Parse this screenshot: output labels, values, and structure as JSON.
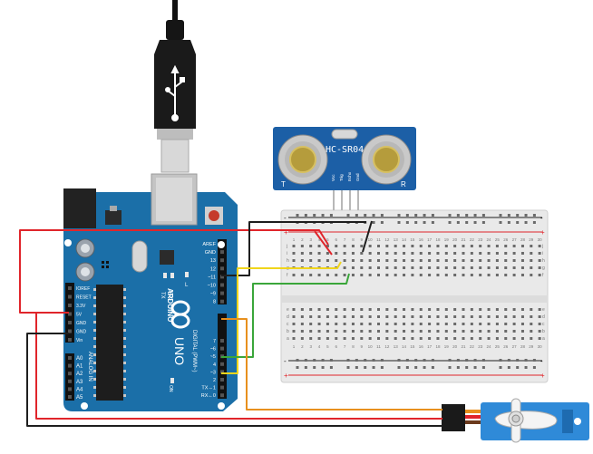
{
  "colors": {
    "arduino_blue": "#1b6fa8",
    "arduino_dark": "#0e4f80",
    "sensor_blue": "#1c5fa6",
    "wire_red": "#e0252b",
    "wire_black": "#1e1e1e",
    "wire_yellow": "#f0d51b",
    "wire_green": "#3aa63a",
    "wire_orange": "#e8901e",
    "breadboard": "#e9e9e9",
    "servo_blue": "#2f8ad8"
  },
  "arduino": {
    "brand": "ARDUINO",
    "model": "UNO",
    "tx": "TX",
    "rx": "RX",
    "l": "L",
    "on": "ON",
    "power_label": "POWER",
    "analog_label": "ANALOG IN",
    "digital_label": "DIGITAL (PWM~)",
    "power_pins": [
      "IOREF",
      "RESET",
      "3.3V",
      "5V",
      "GND",
      "GND",
      "Vin"
    ],
    "analog_pins": [
      "A0",
      "A1",
      "A2",
      "A3",
      "A4",
      "A5"
    ],
    "digital_top": [
      "AREF",
      "GND",
      "13",
      "12",
      "~11",
      "~10",
      "~9",
      "8"
    ],
    "digital_bottom": [
      "7",
      "~6",
      "~5",
      "4",
      "~3",
      "2",
      "TX→1",
      "RX←0"
    ]
  },
  "sensor": {
    "model": "HC-SR04",
    "pins": [
      "Vcc",
      "Trig",
      "Echo",
      "Gnd"
    ],
    "t_label": "T",
    "r_label": "R"
  },
  "breadboard": {
    "columns": [
      "1",
      "2",
      "3",
      "4",
      "5",
      "6",
      "7",
      "8",
      "9",
      "10",
      "11",
      "12",
      "13",
      "14",
      "15",
      "16",
      "17",
      "18",
      "19",
      "20",
      "21",
      "22",
      "23",
      "24",
      "25",
      "26",
      "27",
      "28",
      "29",
      "30"
    ],
    "rows_top": [
      "j",
      "i",
      "h",
      "g",
      "f"
    ],
    "rows_bottom": [
      "e",
      "d",
      "c",
      "b",
      "a"
    ],
    "plus": "+",
    "minus": "-"
  }
}
